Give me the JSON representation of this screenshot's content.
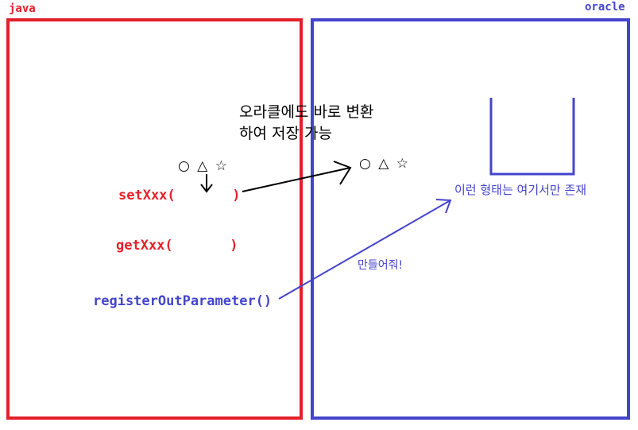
{
  "colors": {
    "java": "#e3202a",
    "oracle": "#4444cc",
    "arrow": "#000000"
  },
  "java": {
    "label": "java",
    "set_method": "setXxx(       )",
    "get_method": "getXxx(       )",
    "register_method": "registerOutParameter()"
  },
  "oracle": {
    "label": "oracle",
    "structure_note": "이런 형태는 여기서만 존재",
    "make_note": "만들어줘!"
  },
  "symbols_java": "○ △ ☆",
  "symbols_oracle": "○ △ ☆",
  "convert_note": {
    "line1": "오라클에도 바로 변환",
    "line2": "하여 저장 가능"
  }
}
